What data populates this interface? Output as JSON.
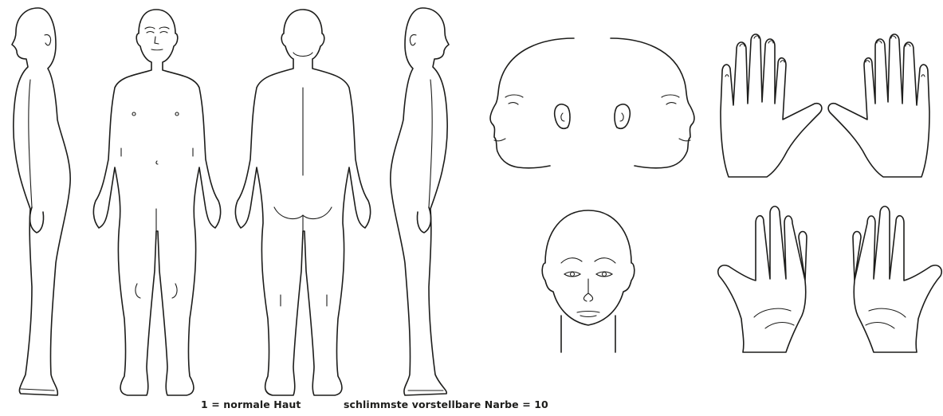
{
  "scale": {
    "min_label": "1 = normale Haut",
    "max_label": "schlimmste vorstellbare Narbe = 10"
  },
  "colors": {
    "outline": "#1d1d1b",
    "background": "#ffffff"
  },
  "figures": [
    "body-left-side-view",
    "body-front-view",
    "body-back-view",
    "body-right-side-view",
    "head-left-profile",
    "head-right-profile",
    "head-front-view",
    "hand-dorsal-left",
    "hand-dorsal-right",
    "hand-palmar-left",
    "hand-palmar-right"
  ]
}
